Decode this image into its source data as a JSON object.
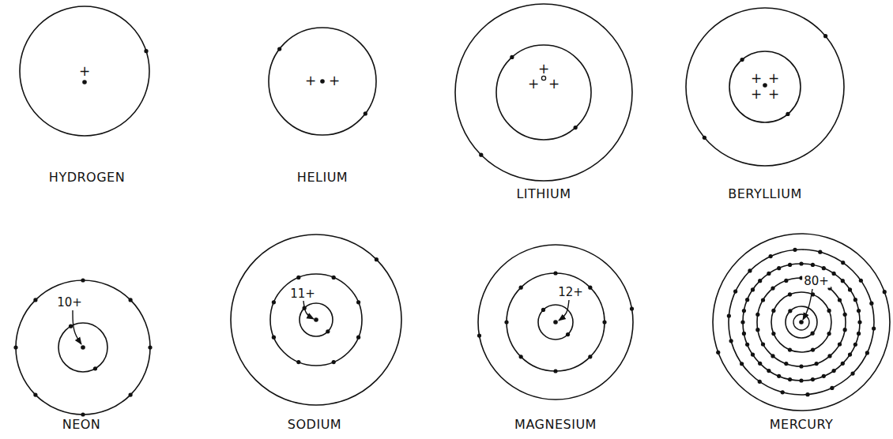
{
  "diagram": {
    "labels": [
      "+",
      "HYDROGEN",
      "+",
      "+",
      "HELIUM",
      "+",
      "+",
      "+",
      "LITHIUM",
      "+",
      "+",
      "+",
      "+",
      "BERYLLIUM",
      "10+",
      "NEON",
      "11+",
      "SODIUM",
      "12+",
      "MAGNESIUM",
      "80+",
      "MERCURY"
    ]
  }
}
